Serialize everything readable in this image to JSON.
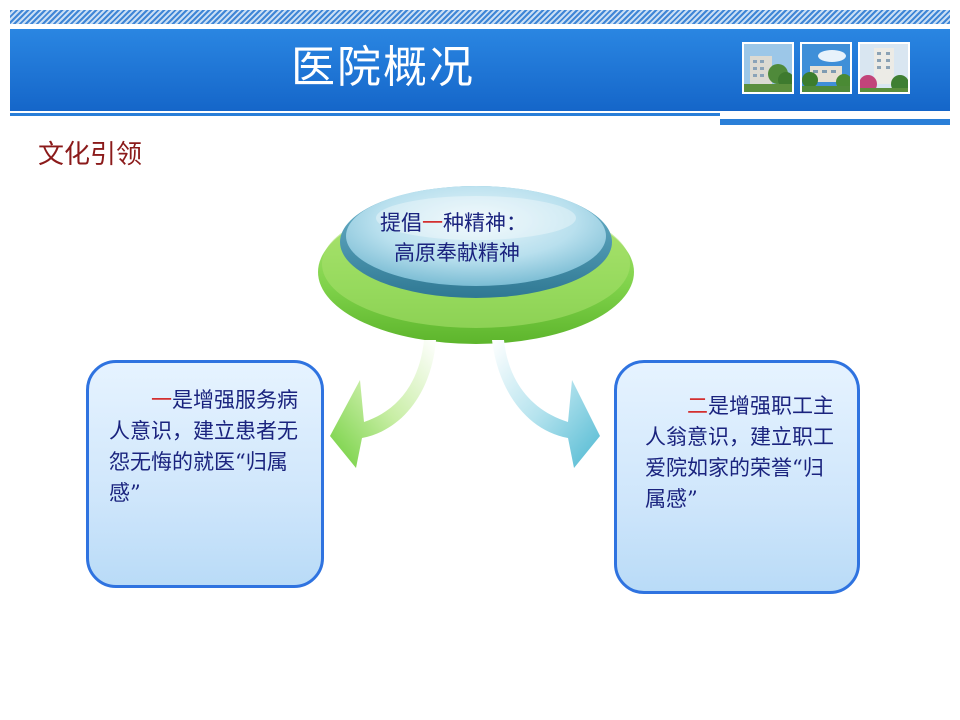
{
  "header": {
    "title": "医院概况",
    "photos": [
      "hospital-photo-icon",
      "hospital-photo-icon",
      "hospital-photo-icon"
    ]
  },
  "section": {
    "title": "文化引领"
  },
  "center": {
    "line1_prefix": "提倡",
    "line1_highlight": "一",
    "line1_suffix": "种精神：",
    "line2": "高原奉献精神"
  },
  "left_card": {
    "highlight": "一",
    "text": "是增强服务病人意识，建立患者无怨无悔的就医“归属感”"
  },
  "right_card": {
    "highlight": "二",
    "text": "是增强职工主人翁意识，建立职工爱院如家的荣誉“归属感”"
  },
  "colors": {
    "header": "#1a72d6",
    "section_title": "#8b1a1a",
    "body_text": "#1a237e",
    "highlight": "#d32f2f",
    "card_border": "#2f73e0",
    "disc_green": "#7fd24a",
    "disc_teal": "#5aa9c2"
  }
}
